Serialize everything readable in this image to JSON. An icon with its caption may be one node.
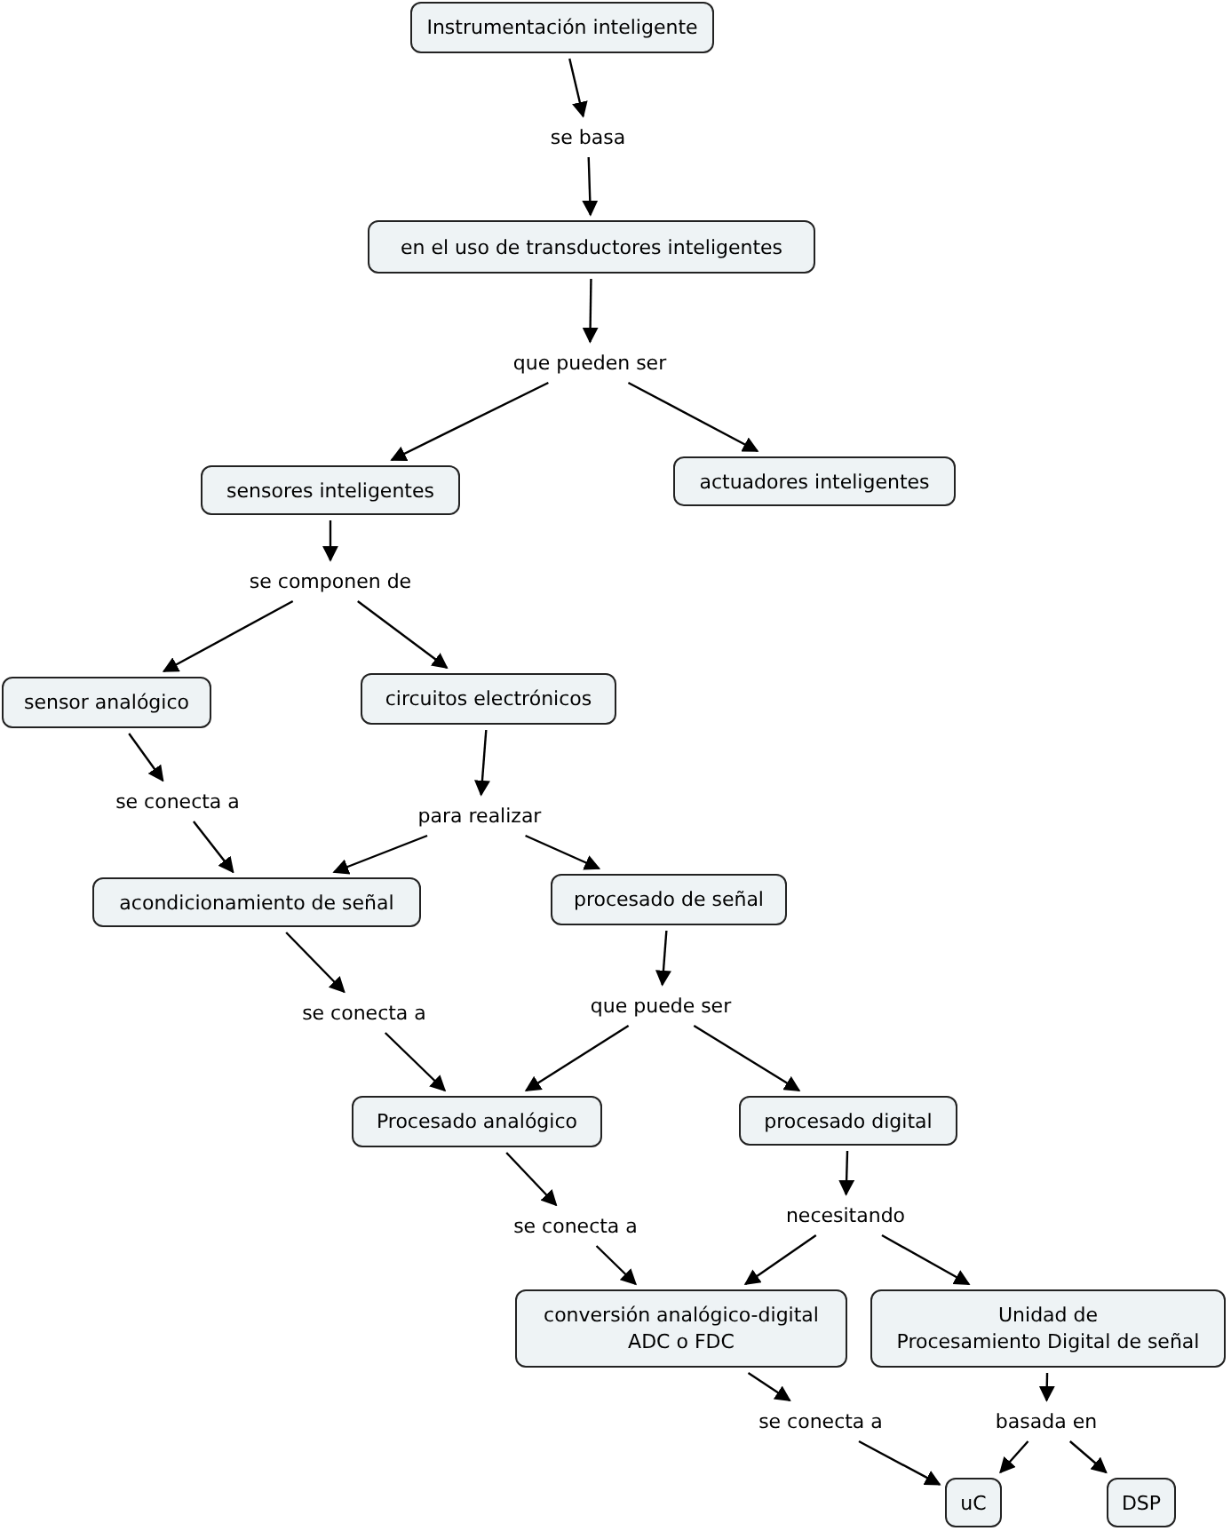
{
  "diagram": {
    "nodes": [
      {
        "text": [
          "Instrumentación inteligente"
        ]
      },
      {
        "text": [
          "se basa"
        ]
      },
      {
        "text": [
          "en el uso de transductores inteligentes"
        ]
      },
      {
        "text": [
          "que pueden ser"
        ]
      },
      {
        "text": [
          "sensores inteligentes"
        ]
      },
      {
        "text": [
          "actuadores inteligentes"
        ]
      },
      {
        "text": [
          "se componen de"
        ]
      },
      {
        "text": [
          "sensor analógico"
        ]
      },
      {
        "text": [
          "circuitos electrónicos"
        ]
      },
      {
        "text": [
          "se conecta a"
        ]
      },
      {
        "text": [
          "para realizar"
        ]
      },
      {
        "text": [
          "acondicionamiento de señal"
        ]
      },
      {
        "text": [
          "procesado de señal"
        ]
      },
      {
        "text": [
          "se conecta a"
        ]
      },
      {
        "text": [
          "que puede ser"
        ]
      },
      {
        "text": [
          "Procesado analógico"
        ]
      },
      {
        "text": [
          "procesado digital"
        ]
      },
      {
        "text": [
          "se conecta a"
        ]
      },
      {
        "text": [
          "necesitando"
        ]
      },
      {
        "text": [
          "conversión analógico-digital",
          "ADC o FDC"
        ]
      },
      {
        "text": [
          "Unidad de",
          "Procesamiento Digital de señal"
        ]
      },
      {
        "text": [
          "se conecta a"
        ]
      },
      {
        "text": [
          "basada en"
        ]
      },
      {
        "text": [
          "uC"
        ]
      },
      {
        "text": [
          "DSP"
        ]
      }
    ],
    "edges": [
      {
        "from": 0,
        "to": 1,
        "arrow": "to"
      },
      {
        "from": 1,
        "to": 2,
        "arrow": "to"
      },
      {
        "from": 2,
        "to": 3,
        "arrow": "to"
      },
      {
        "from": 3,
        "to": 4,
        "arrow": "to"
      },
      {
        "from": 3,
        "to": 5,
        "arrow": "to"
      },
      {
        "from": 4,
        "to": 6,
        "arrow": "to"
      },
      {
        "from": 6,
        "to": 7,
        "arrow": "to"
      },
      {
        "from": 6,
        "to": 8,
        "arrow": "to"
      },
      {
        "from": 7,
        "to": 9,
        "arrow": "to"
      },
      {
        "from": 9,
        "to": 11,
        "arrow": "to"
      },
      {
        "from": 8,
        "to": 10,
        "arrow": "to"
      },
      {
        "from": 10,
        "to": 11,
        "arrow": "to"
      },
      {
        "from": 10,
        "to": 12,
        "arrow": "to"
      },
      {
        "from": 11,
        "to": 13,
        "arrow": "to"
      },
      {
        "from": 13,
        "to": 15,
        "arrow": "to"
      },
      {
        "from": 12,
        "to": 14,
        "arrow": "to"
      },
      {
        "from": 14,
        "to": 15,
        "arrow": "to"
      },
      {
        "from": 14,
        "to": 16,
        "arrow": "to"
      },
      {
        "from": 15,
        "to": 17,
        "arrow": "to"
      },
      {
        "from": 17,
        "to": 19,
        "arrow": "to"
      },
      {
        "from": 16,
        "to": 18,
        "arrow": "to"
      },
      {
        "from": 18,
        "to": 19,
        "arrow": "to"
      },
      {
        "from": 18,
        "to": 20,
        "arrow": "to"
      },
      {
        "from": 19,
        "to": 21,
        "arrow": "to"
      },
      {
        "from": 21,
        "to": 23,
        "arrow": "to"
      },
      {
        "from": 20,
        "to": 22,
        "arrow": "to"
      },
      {
        "from": 22,
        "to": 23,
        "arrow": "to"
      },
      {
        "from": 22,
        "to": 24,
        "arrow": "to"
      }
    ]
  }
}
